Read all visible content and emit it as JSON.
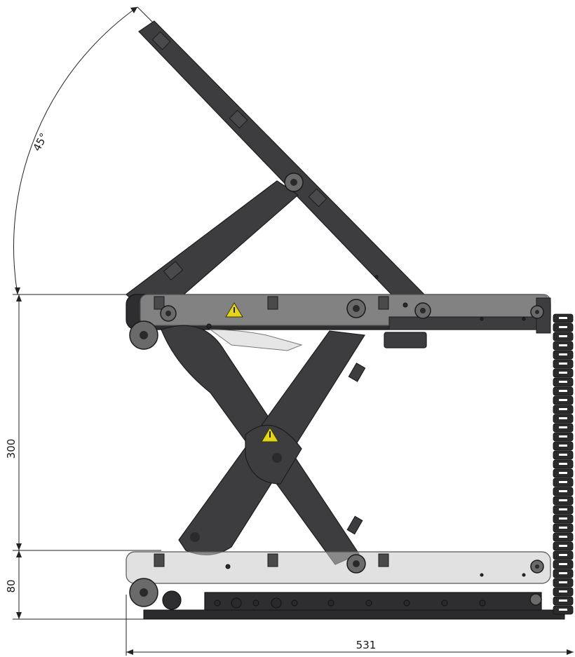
{
  "dimensions": {
    "angle_label": "45°",
    "height_top_label": "300",
    "height_base_label": "80",
    "width_label": "531"
  },
  "colors": {
    "metal": "#3d3d3f",
    "ghost_panel": "#c9c9c9",
    "warning_yellow": "#e4d51b",
    "dimension_line": "#222222"
  }
}
